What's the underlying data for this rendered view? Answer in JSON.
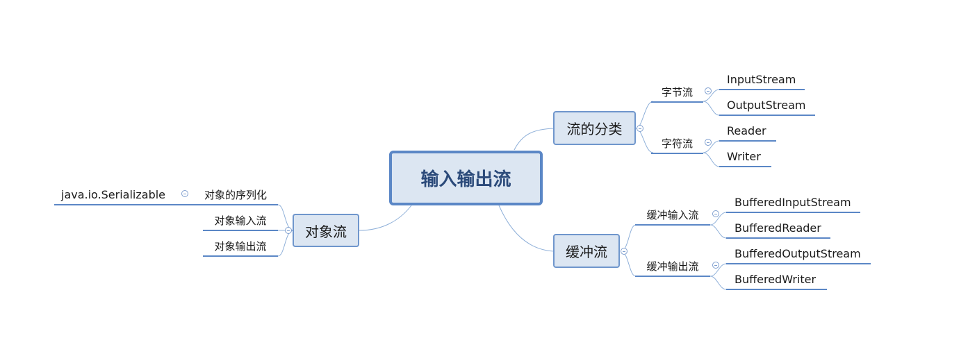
{
  "root": {
    "label": "输入输出流"
  },
  "branches": {
    "classification": {
      "label": "流的分类",
      "groups": [
        {
          "label": "字节流",
          "items": [
            "InputStream",
            "OutputStream"
          ]
        },
        {
          "label": "字符流",
          "items": [
            "Reader",
            "Writer"
          ]
        }
      ]
    },
    "buffered": {
      "label": "缓冲流",
      "groups": [
        {
          "label": "缓冲输入流",
          "items": [
            "BufferedInputStream",
            "BufferedReader"
          ]
        },
        {
          "label": "缓冲输出流",
          "items": [
            "BufferedOutputStream",
            "BufferedWriter"
          ]
        }
      ]
    },
    "object": {
      "label": "对象流",
      "children": [
        {
          "label": "对象的序列化",
          "items": [
            "java.io.Serializable"
          ]
        },
        {
          "label": "对象输入流"
        },
        {
          "label": "对象输出流"
        }
      ]
    }
  },
  "colors": {
    "connector": "#8fb0d9",
    "underline": "#5b87c6",
    "node_fill": "#dce6f2"
  }
}
